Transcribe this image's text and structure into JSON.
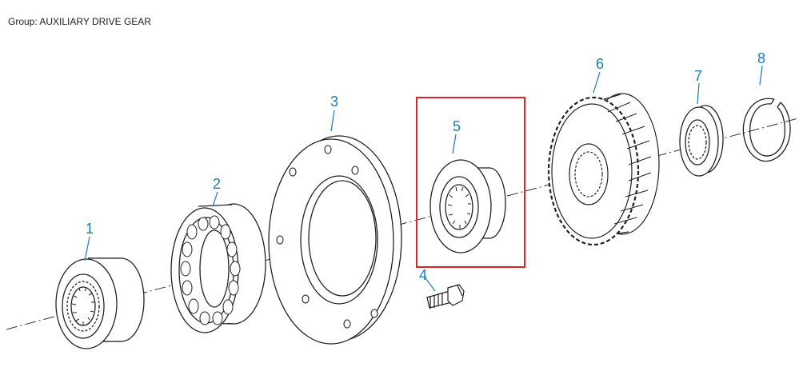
{
  "header": {
    "group_label": "Group: AUXILIARY DRIVE GEAR"
  },
  "diagram": {
    "highlighted_part": "5",
    "callout_color": "#1f7ab8",
    "highlight_color": "#d9262b",
    "parts": [
      {
        "number": "1"
      },
      {
        "number": "2"
      },
      {
        "number": "3"
      },
      {
        "number": "4"
      },
      {
        "number": "5"
      },
      {
        "number": "6"
      },
      {
        "number": "7"
      },
      {
        "number": "8"
      }
    ]
  }
}
